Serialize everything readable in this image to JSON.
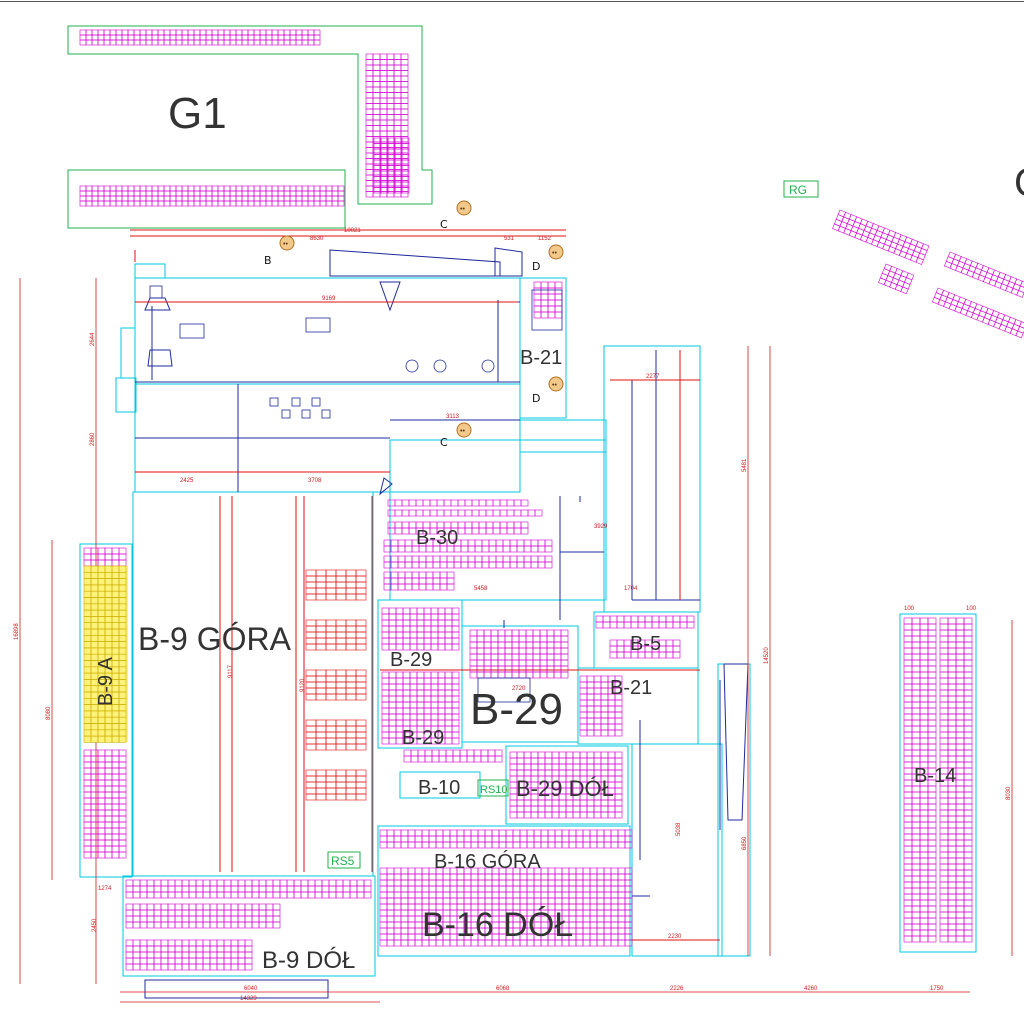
{
  "colors": {
    "green_outline": "#22b14c",
    "cyan_outline": "#00c8e0",
    "magenta_rack": "#d400d4",
    "red_rack": "#e01010",
    "yellow_fill": "#fff27a",
    "blue_line": "#1f2b9e",
    "dim_red": "#d11a1a",
    "label_gray": "#333333"
  },
  "zones": {
    "g1": "G1",
    "g_partial": "G",
    "b21": "B-21",
    "b30": "B-30",
    "b9a": "B-9 A",
    "b9_gora": "B-9 GÓRA",
    "b29_top": "B-29",
    "b29_main": "B-29",
    "b29_mid": "B-29",
    "b5": "B-5",
    "b21_low": "B-21",
    "b10": "B-10",
    "b29_dol": "B-29 DÓŁ",
    "b16_gora": "B-16 GÓRA",
    "b16_dol": "B-16 DÓŁ",
    "b9_dol": "B-9 DÓŁ",
    "b14": "B-14"
  },
  "rs_labels": {
    "rg": "RG",
    "rs10": "RS10",
    "rs5": "RS5"
  },
  "section_marks": {
    "b_top": "B",
    "c_top": "C",
    "d_top": "D",
    "d_mid": "D",
    "c_mid": "C"
  },
  "dimensions": {
    "d8630": "8630",
    "d10021": "10021",
    "d531": "531",
    "d1152": "1152",
    "d9169": "9169",
    "d2425": "2425",
    "d3708": "3708",
    "d3113": "3113",
    "d2277": "2277",
    "d5458": "5458",
    "d1704": "1704",
    "d2720": "2720",
    "d16898": "16898",
    "d2644": "2644",
    "d2860": "2860",
    "d8080": "8080",
    "d9117": "9117",
    "d9120": "9120",
    "d1274": "1274",
    "d2450": "2450",
    "d14329": "14329",
    "d6040": "6040",
    "d6068": "6068",
    "d2226": "2226",
    "d4260": "4260",
    "d1750": "1750",
    "d5481": "5481",
    "d14520": "14520",
    "d6850": "6850",
    "d8030": "8030",
    "d2230": "2230",
    "d5038": "5038",
    "d100a": "100",
    "d100b": "100",
    "d3929": "3929"
  }
}
